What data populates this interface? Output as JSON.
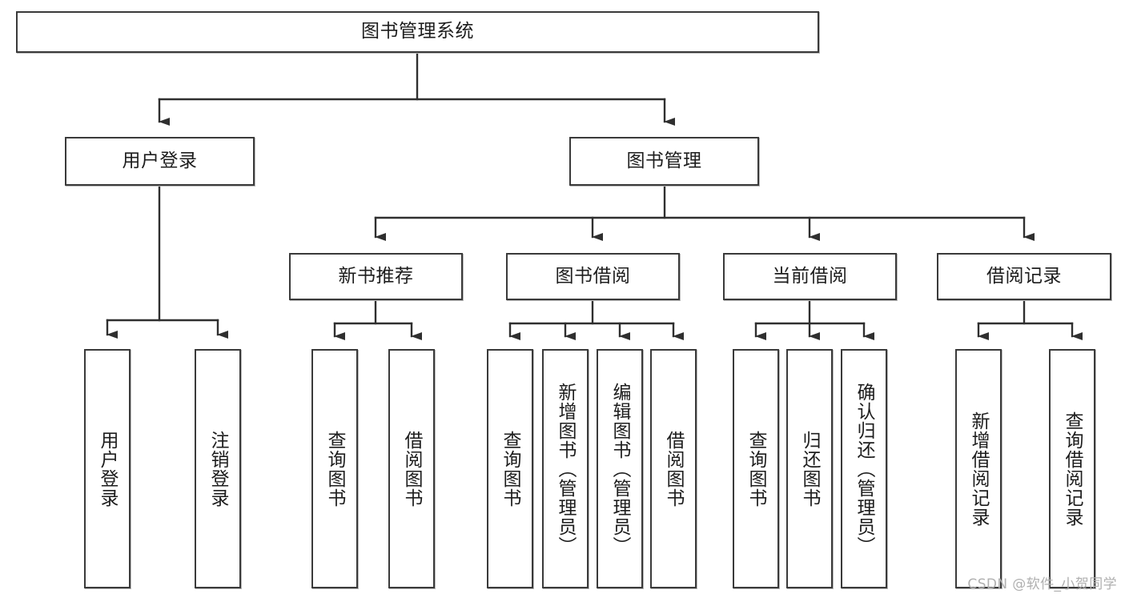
{
  "diagram": {
    "type": "tree-hierarchy",
    "title": "图书管理系统",
    "watermark": "CSDN @软件_小贺同学",
    "colors": {
      "node_border": "#3a3a3a",
      "node_fill": "#ffffff",
      "connector": "#2f2f2f",
      "watermark": "#b0b0b0",
      "background": "#ffffff"
    },
    "nodes": {
      "root": {
        "label": "图书管理系统",
        "level": 1,
        "orientation": "horizontal"
      },
      "l2": [
        {
          "id": "user-login",
          "label": "用户登录",
          "level": 2,
          "orientation": "horizontal"
        },
        {
          "id": "book-management",
          "label": "图书管理",
          "level": 2,
          "orientation": "horizontal"
        }
      ],
      "l3": [
        {
          "id": "new-book-recommend",
          "label": "新书推荐",
          "level": 3,
          "orientation": "horizontal",
          "parent": "book-management"
        },
        {
          "id": "book-borrow",
          "label": "图书借阅",
          "level": 3,
          "orientation": "horizontal",
          "parent": "book-management"
        },
        {
          "id": "current-borrow",
          "label": "当前借阅",
          "level": 3,
          "orientation": "horizontal",
          "parent": "book-management"
        },
        {
          "id": "borrow-record",
          "label": "借阅记录",
          "level": 3,
          "orientation": "horizontal",
          "parent": "book-management"
        }
      ],
      "leaves": [
        {
          "id": "leaf-user-login",
          "label": "用户登录",
          "parent": "user-login",
          "orientation": "vertical"
        },
        {
          "id": "leaf-logout-login",
          "label": "注销登录",
          "parent": "user-login",
          "orientation": "vertical"
        },
        {
          "id": "leaf-query-book-1",
          "label": "查询图书",
          "parent": "new-book-recommend",
          "orientation": "vertical"
        },
        {
          "id": "leaf-borrow-book-1",
          "label": "借阅图书",
          "parent": "new-book-recommend",
          "orientation": "vertical"
        },
        {
          "id": "leaf-query-book-2",
          "label": "查询图书",
          "parent": "book-borrow",
          "orientation": "vertical"
        },
        {
          "id": "leaf-add-book",
          "label": "新增图书（管理员）",
          "parent": "book-borrow",
          "orientation": "vertical"
        },
        {
          "id": "leaf-edit-book",
          "label": "编辑图书（管理员）",
          "parent": "book-borrow",
          "orientation": "vertical"
        },
        {
          "id": "leaf-borrow-book-2",
          "label": "借阅图书",
          "parent": "book-borrow",
          "orientation": "vertical"
        },
        {
          "id": "leaf-query-book-3",
          "label": "查询图书",
          "parent": "current-borrow",
          "orientation": "vertical"
        },
        {
          "id": "leaf-return-book",
          "label": "归还图书",
          "parent": "current-borrow",
          "orientation": "vertical"
        },
        {
          "id": "leaf-confirm-return",
          "label": "确认归还（管理员）",
          "parent": "current-borrow",
          "orientation": "vertical"
        },
        {
          "id": "leaf-add-borrow-record",
          "label": "新增借阅记录",
          "parent": "borrow-record",
          "orientation": "vertical"
        },
        {
          "id": "leaf-query-borrow-record",
          "label": "查询借阅记录",
          "parent": "borrow-record",
          "orientation": "vertical"
        }
      ]
    }
  }
}
